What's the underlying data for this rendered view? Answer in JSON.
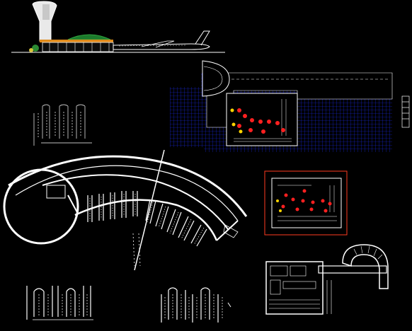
{
  "canvas": {
    "background": "#000000"
  },
  "colors": {
    "linework": "#ffffff",
    "grid": "#1c2cff",
    "highlight": "#ff2020",
    "accent_yellow": "#ffd400",
    "frame_orange": "#ff3b1f",
    "dome_green": "#1c7a2c",
    "roof_orange": "#e08a1a"
  },
  "drawing_sheets": [
    {
      "name": "elevation-terminal-and-aircraft"
    },
    {
      "name": "plan-blue-grid-site"
    },
    {
      "name": "plan-curved-terminal"
    },
    {
      "name": "plan-highlighted-detail"
    },
    {
      "name": "plan-arc-end-building"
    },
    {
      "name": "parking-stall-details"
    }
  ]
}
